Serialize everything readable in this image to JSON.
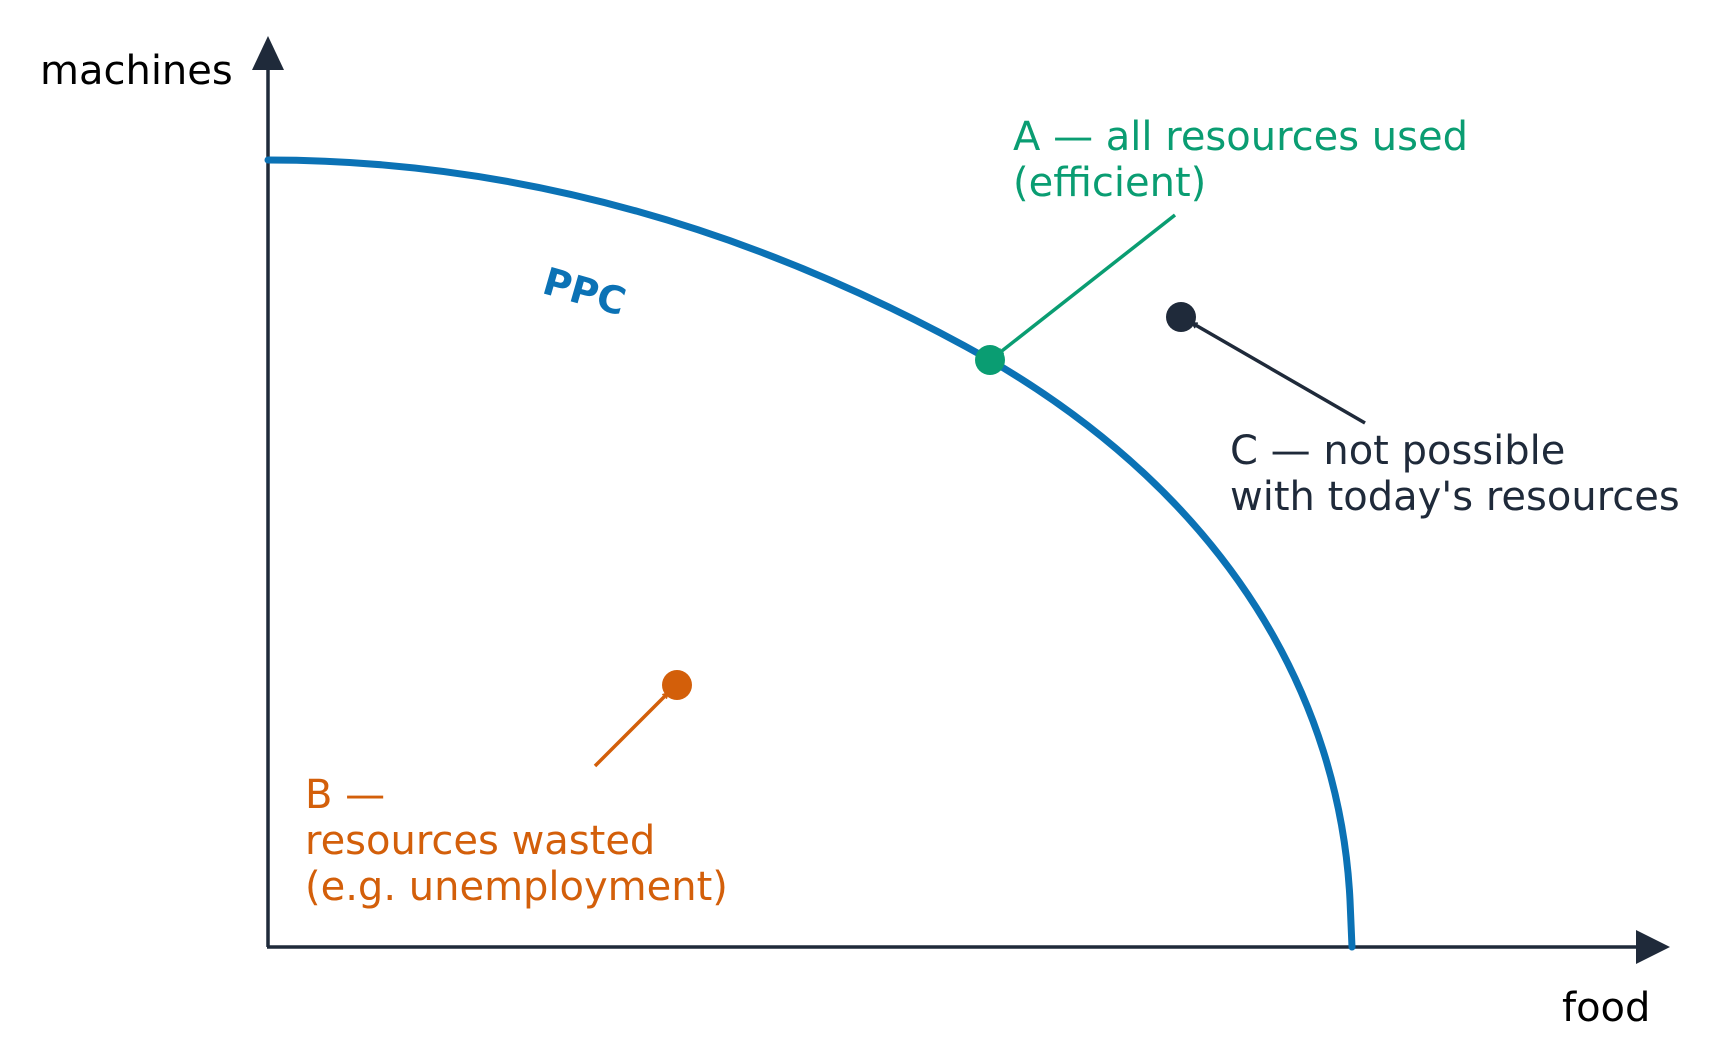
{
  "axes": {
    "y_label": "machines",
    "x_label": "food"
  },
  "curve": {
    "label": "PPC",
    "color": "#0b72b5"
  },
  "points": {
    "a": {
      "lines": [
        "A — all resources used",
        "(efficient)"
      ],
      "color": "#0a9d72"
    },
    "b": {
      "lines": [
        "B —",
        "resources wasted",
        "(e.g. unemployment)"
      ],
      "color": "#d35f0a"
    },
    "c": {
      "lines": [
        "C — not possible",
        "with today's resources"
      ],
      "color": "#1f2a3a"
    }
  },
  "axis_color": "#1f2a3a"
}
